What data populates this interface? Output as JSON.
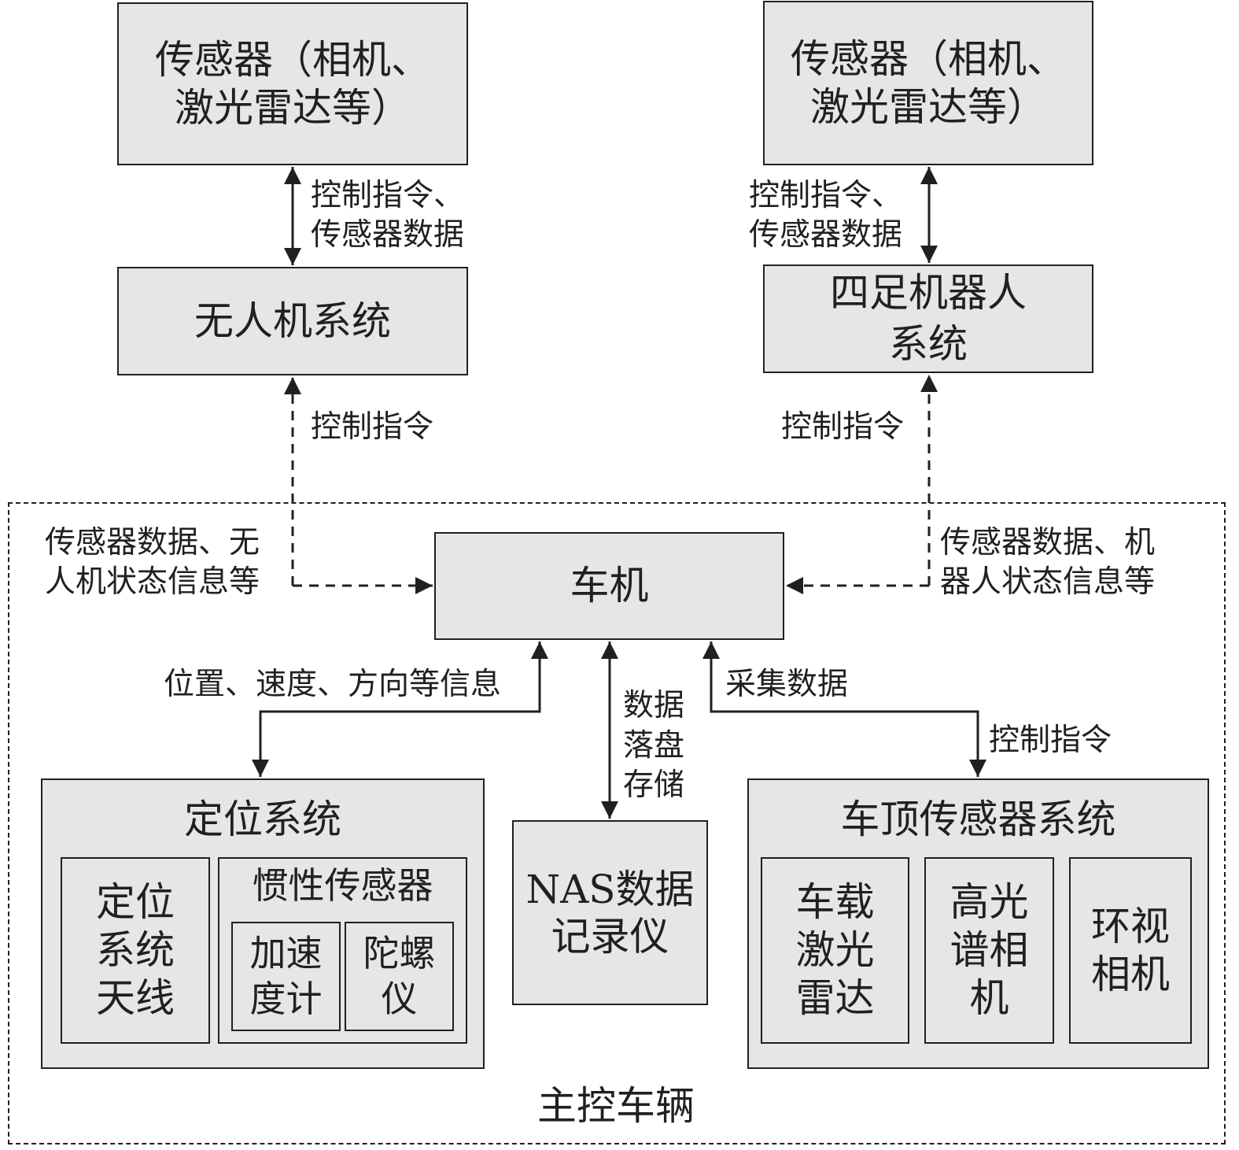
{
  "boxes": {
    "sensor_left": "传感器（相机、\n激光雷达等）",
    "sensor_right": "传感器（相机、\n激光雷达等）",
    "drone_system": "无人机系统",
    "quadruped_system": "四足机器人\n系统",
    "head_unit": "车机",
    "positioning_system": "定位系统",
    "positioning_antenna": "定位\n系统\n天线",
    "inertial_sensor": "惯性传感器",
    "accelerometer": "加速\n度计",
    "gyroscope": "陀螺\n仪",
    "nas_recorder": "NAS数据\n记录仪",
    "roof_sensor_system": "车顶传感器系统",
    "vehicle_lidar": "车载\n激光\n雷达",
    "hyperspectral_camera": "高光\n谱相\n机",
    "surround_camera": "环视\n相机"
  },
  "labels": {
    "left_sensor_link": "控制指令、\n传感器数据",
    "right_sensor_link": "控制指令、\n传感器数据",
    "left_control": "控制指令",
    "right_control": "控制指令",
    "left_feedback": "传感器数据、无\n人机状态信息等",
    "right_feedback": "传感器数据、机\n器人状态信息等",
    "position_info": "位置、速度、方向等信息",
    "storage": "数据\n落盘\n存储",
    "collect_data": "采集数据",
    "roof_control": "控制指令",
    "main_vehicle": "主控车辆"
  }
}
